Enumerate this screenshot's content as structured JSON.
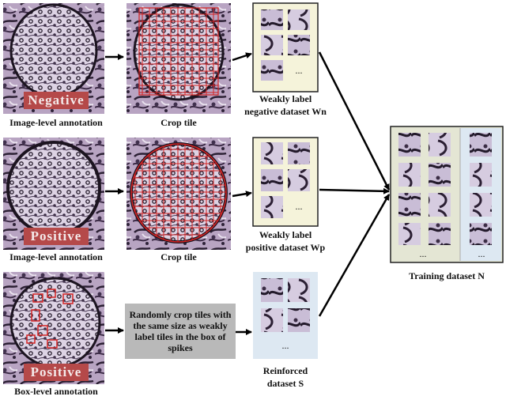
{
  "rows": [
    {
      "tag": "Negative",
      "annotation": "Image-level annotation",
      "crop_label": "Crop tile",
      "dataset_line1": "Weakly label",
      "dataset_line2": "negative dataset Wn",
      "ellipsis": "..."
    },
    {
      "tag": "Positive",
      "annotation": "Image-level annotation",
      "crop_label": "Crop tile",
      "dataset_line1": "Weakly label",
      "dataset_line2": "positive dataset Wp",
      "ellipsis": "..."
    },
    {
      "tag": "Positive",
      "annotation": "Box-level annotation",
      "process_text": "Randomly crop tiles with the same size as weakly label tiles in the box of spikes",
      "dataset_line1": "Reinforced",
      "dataset_line2": "dataset S",
      "ellipsis": "..."
    }
  ],
  "training": {
    "label": "Training dataset N",
    "ellipsis_left": "...",
    "ellipsis_right": "..."
  },
  "colors": {
    "tag_bg": "#b54949",
    "grid": "#d42424",
    "dataset_bg": "#f5f3da",
    "reinforced_bg": "#dde8f2",
    "training_bg": "#e4e6d4",
    "training_right_bg": "#dde8f2",
    "process_bg": "#b9b9b9"
  }
}
